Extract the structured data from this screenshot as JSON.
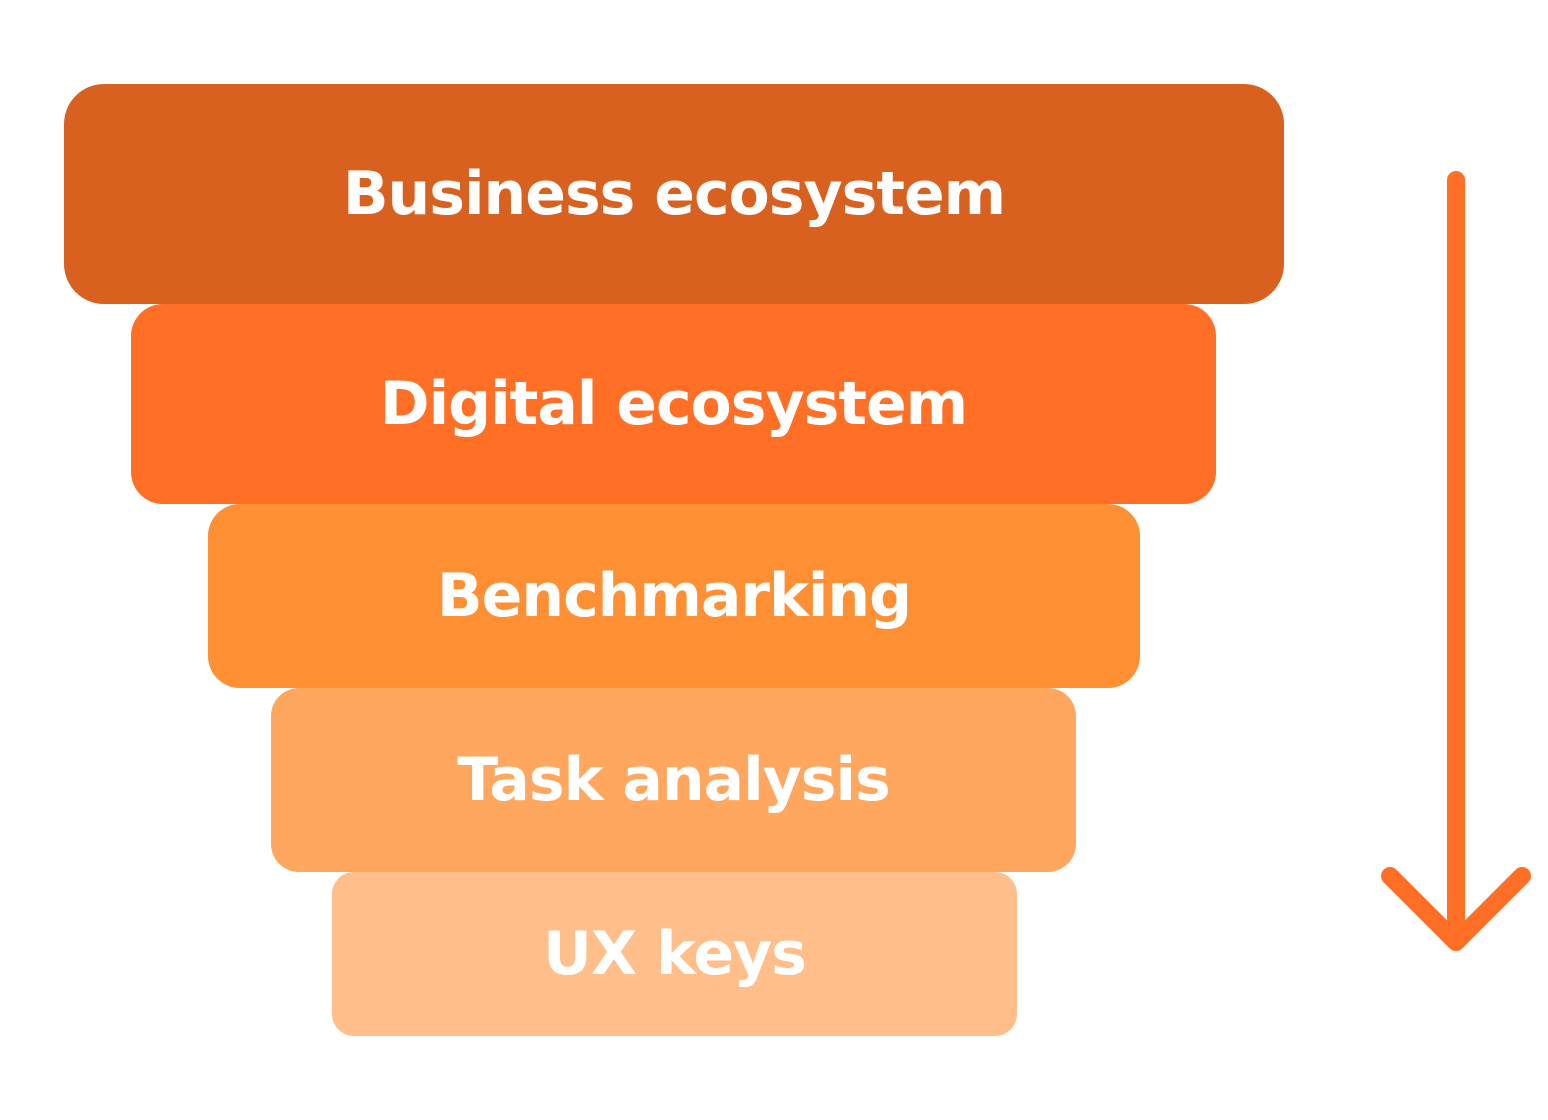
{
  "funnel": {
    "layers": [
      {
        "label": "Business ecosystem",
        "color": "#D9611F"
      },
      {
        "label": "Digital ecosystem",
        "color": "#FF7026"
      },
      {
        "label": "Benchmarking",
        "color": "#FF8F33"
      },
      {
        "label": "Task analysis",
        "color": "#FFA65F"
      },
      {
        "label": "UX keys",
        "color": "#FFBE8A"
      }
    ]
  },
  "arrow": {
    "direction": "down",
    "color": "#FF7026"
  }
}
